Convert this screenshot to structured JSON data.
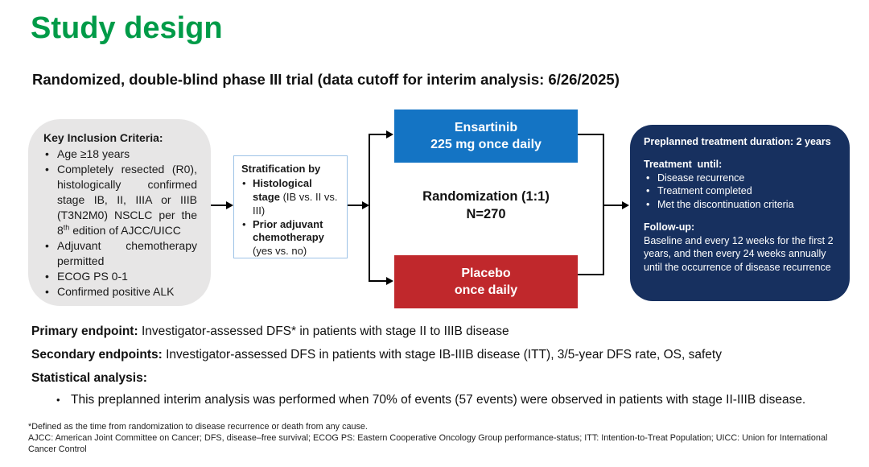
{
  "slide": {
    "title": "Study design",
    "subtitle": "Randomized, double-blind phase III trial (data cutoff for interim analysis: 6/26/2025)"
  },
  "colors": {
    "title_green": "#009B48",
    "arm_blue": "#1474C4",
    "arm_red": "#C0282C",
    "treatment_navy": "#17305F",
    "inclusion_gray": "#E7E6E6"
  },
  "inclusion_box": {
    "heading": "Key Inclusion Criteria:",
    "item1": "Age ≥18 years",
    "item2_a": "Completely resected (R0), histologically confirmed stage IB, II, IIIA or IIIB (T3N2M0) NSCLC per the 8",
    "item2_sup": "th",
    "item2_b": " edition of AJCC/UICC",
    "item3": "Adjuvant chemotherapy permitted",
    "item4": "ECOG PS 0-1",
    "item5": "Confirmed positive ALK"
  },
  "stratification": {
    "heading": "Stratification by",
    "item1_bold": "Histological stage",
    "item1_rest": " (IB vs. II vs. III)",
    "item2_bold": "Prior adjuvant chemotherapy",
    "item2_rest": " (yes vs. no)"
  },
  "arms": {
    "ensartinib_line1": "Ensartinib",
    "ensartinib_line2": "225 mg once daily",
    "randomization_line1": "Randomization (1:1)",
    "randomization_line2": "N=270",
    "placebo_line1": "Placebo",
    "placebo_line2": "once daily"
  },
  "treatment_box": {
    "duration": "Preplanned treatment duration: 2 years",
    "until_heading": "Treatment  until:",
    "until_items": [
      "Disease recurrence",
      "Treatment completed",
      "Met the discontinuation criteria"
    ],
    "followup_heading": "Follow-up:",
    "followup_text": "Baseline and every 12 weeks for the first 2 years, and then every 24 weeks annually until the occurrence of disease recurrence"
  },
  "endpoints": {
    "primary_label": "Primary endpoint:",
    "primary_text": " Investigator-assessed DFS* in patients with stage II to IIIB disease",
    "secondary_label": "Secondary endpoints:",
    "secondary_text": " Investigator-assessed DFS in patients with stage IB-IIIB disease (ITT), 3/5-year DFS rate, OS, safety",
    "statistical_label": "Statistical analysis:",
    "statistical_bullet": "This preplanned interim analysis was performed when 70% of events (57 events) were observed in patients with stage II-IIIB disease."
  },
  "footnotes": {
    "line1": "*Defined as the time from randomization to disease recurrence or death from any cause.",
    "line2": "AJCC: American Joint Committee on Cancer; DFS, disease–free survival; ECOG PS: Eastern Cooperative Oncology Group performance-status; ITT: Intention-to-Treat Population; UICC: Union for International Cancer Control"
  }
}
